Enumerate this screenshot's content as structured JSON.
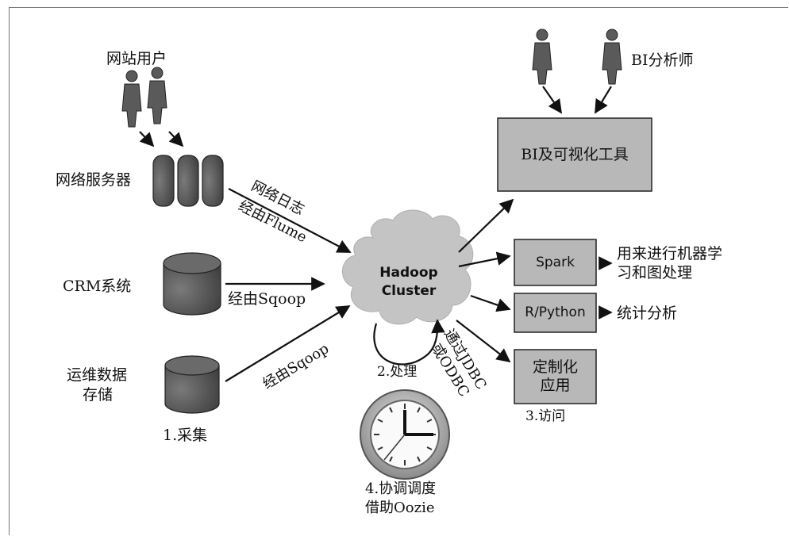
{
  "users_label": "网站用户",
  "analysts_label": "BI分析师",
  "web_servers_label": "网络服务器",
  "crm_label": "CRM系统",
  "ops_label": [
    "运维数据",
    "存储"
  ],
  "collect_label": "1.采集",
  "edge_weblogs": [
    "网络日志",
    "经由Flume"
  ],
  "edge_crm": "经由Sqoop",
  "edge_ops": "经由Sqoop",
  "cluster_label": [
    "Hadoop",
    "Cluster"
  ],
  "process_label": "2.处理",
  "access_edge": [
    "通过JDBC",
    "或ODBC"
  ],
  "bi_tool": "BI及可视化工具",
  "spark": "Spark",
  "spark_desc": [
    "用来进行机器学",
    "习和图处理"
  ],
  "rpython": "R/Python",
  "rpython_desc": "统计分析",
  "custom_app": [
    "定制化",
    "应用"
  ],
  "access_label": "3.访问",
  "schedule_label": [
    "4.协调调度",
    "借助Oozie"
  ],
  "colors": {
    "box_fill": "#b8b8b8",
    "dark_shape": "#5a5a5a",
    "cloud": "#c4c4c4"
  }
}
